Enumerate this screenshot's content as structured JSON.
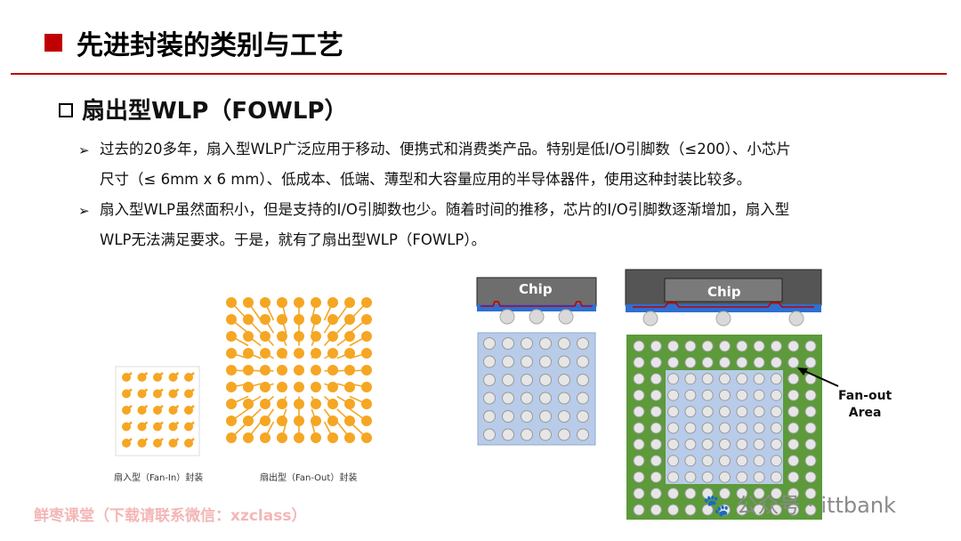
{
  "header": {
    "title": "先进封装的类别与工艺"
  },
  "section": {
    "title": "扇出型WLP（FOWLP）"
  },
  "bullets": [
    {
      "marker": "➢",
      "line1": "过去的20多年，扇入型WLP广泛应用于移动、便携式和消费类产品。特别是低I/O引脚数（≤200）、小芯片",
      "line2": "尺寸（≤ 6mm x 6 mm）、低成本、低端、薄型和大容量应用的半导体器件，使用这种封装比较多。"
    },
    {
      "marker": "➢",
      "line1": "扇入型WLP虽然面积小，但是支持的I/O引脚数也少。随着时间的推移，芯片的I/O引脚数逐渐增加，扇入型",
      "line2": "WLP无法满足要求。于是，就有了扇出型WLP（FOWLP）。"
    }
  ],
  "figures": {
    "fanin_caption": "扇入型（Fan-In）封装",
    "fanout_caption": "扇出型（Fan-Out）封装",
    "chip_label_left": "Chip",
    "chip_label_right": "Chip",
    "fanout_area_line1": "Fan-out",
    "fanout_area_line2": "Area"
  },
  "footer": {
    "watermark": "鲜枣课堂（下载请联系微信：xzclass）",
    "wechat": "🐾 公众号 · ittbank"
  },
  "colors": {
    "accent": "#c00000",
    "pad": "#f5a623",
    "substrate_blue": "#b8cbe8",
    "fanout_green": "#5c9a3a"
  }
}
